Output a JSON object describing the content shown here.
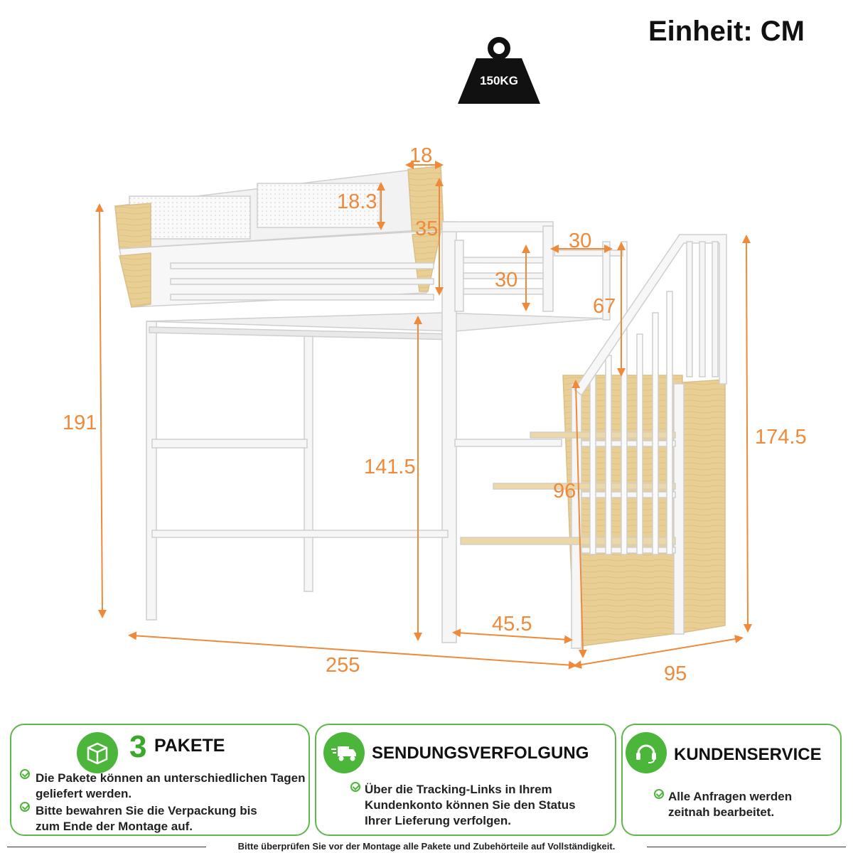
{
  "header": {
    "unit_label": "Einheit: CM",
    "weight_label": "150KG",
    "weight_icon": "weight-icon"
  },
  "dimensions": {
    "d18": "18",
    "d18_3": "18.3",
    "d35": "35",
    "d30_top": "30",
    "d30_rail": "30",
    "d67": "67",
    "d191": "191",
    "d141_5": "141.5",
    "d96": "96",
    "d174_5": "174.5",
    "d45_5": "45.5",
    "d255": "255",
    "d95": "95"
  },
  "colors": {
    "dimension": "#ee8a3a",
    "accent_green": "#4cb63a",
    "frame": "#f4f4f4",
    "wood": "#e9cf94"
  },
  "panels": [
    {
      "number": "3",
      "title": "PAKETE",
      "icon": "package-icon",
      "bullets": [
        "Die Pakete können an unterschiedlichen Tagen geliefert werden.",
        "Bitte bewahren Sie die Verpackung bis zum Ende der Montage auf."
      ]
    },
    {
      "title": "SENDUNGSVERFOLGUNG",
      "icon": "delivery-truck-icon",
      "bullets": [
        "Über die Tracking-Links in Ihrem Kundenkonto können Sie den Status Ihrer Lieferung verfolgen."
      ]
    },
    {
      "title": "KUNDENSERVICE",
      "icon": "headset-icon",
      "bullets": [
        "Alle Anfragen werden zeitnah bearbeitet."
      ]
    }
  ],
  "footer": {
    "note": "Bitte überprüfen Sie vor der Montage alle Pakete und Zubehörteile auf Vollständigkeit."
  }
}
